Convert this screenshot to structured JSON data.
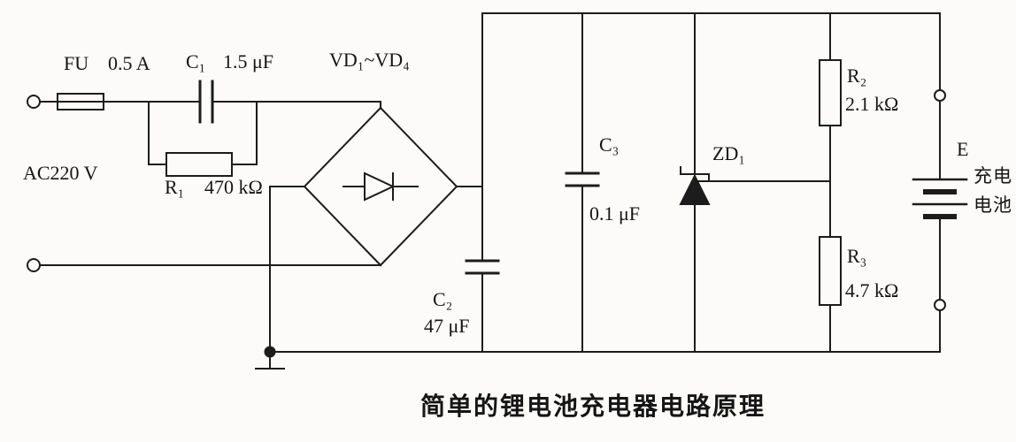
{
  "title": "简单的锂电池充电器电路原理",
  "components": {
    "fuse": {
      "ref": "FU",
      "value": "0.5 A"
    },
    "ac_source": {
      "label": "AC220 V"
    },
    "c1": {
      "ref": "C₁",
      "value": "1.5 μF"
    },
    "r1": {
      "ref": "R₁",
      "value": "470 kΩ"
    },
    "bridge": {
      "ref": "VD₁~VD₄"
    },
    "c2": {
      "ref": "C₂",
      "value": "47 μF"
    },
    "c3": {
      "ref": "C₃",
      "value": "0.1 μF"
    },
    "zd1": {
      "ref": "ZD₁"
    },
    "r2": {
      "ref": "R₂",
      "value": "2.1 kΩ"
    },
    "r3": {
      "ref": "R₃",
      "value": "4.7 kΩ"
    },
    "battery": {
      "ref": "E",
      "label": "充电电池"
    }
  }
}
